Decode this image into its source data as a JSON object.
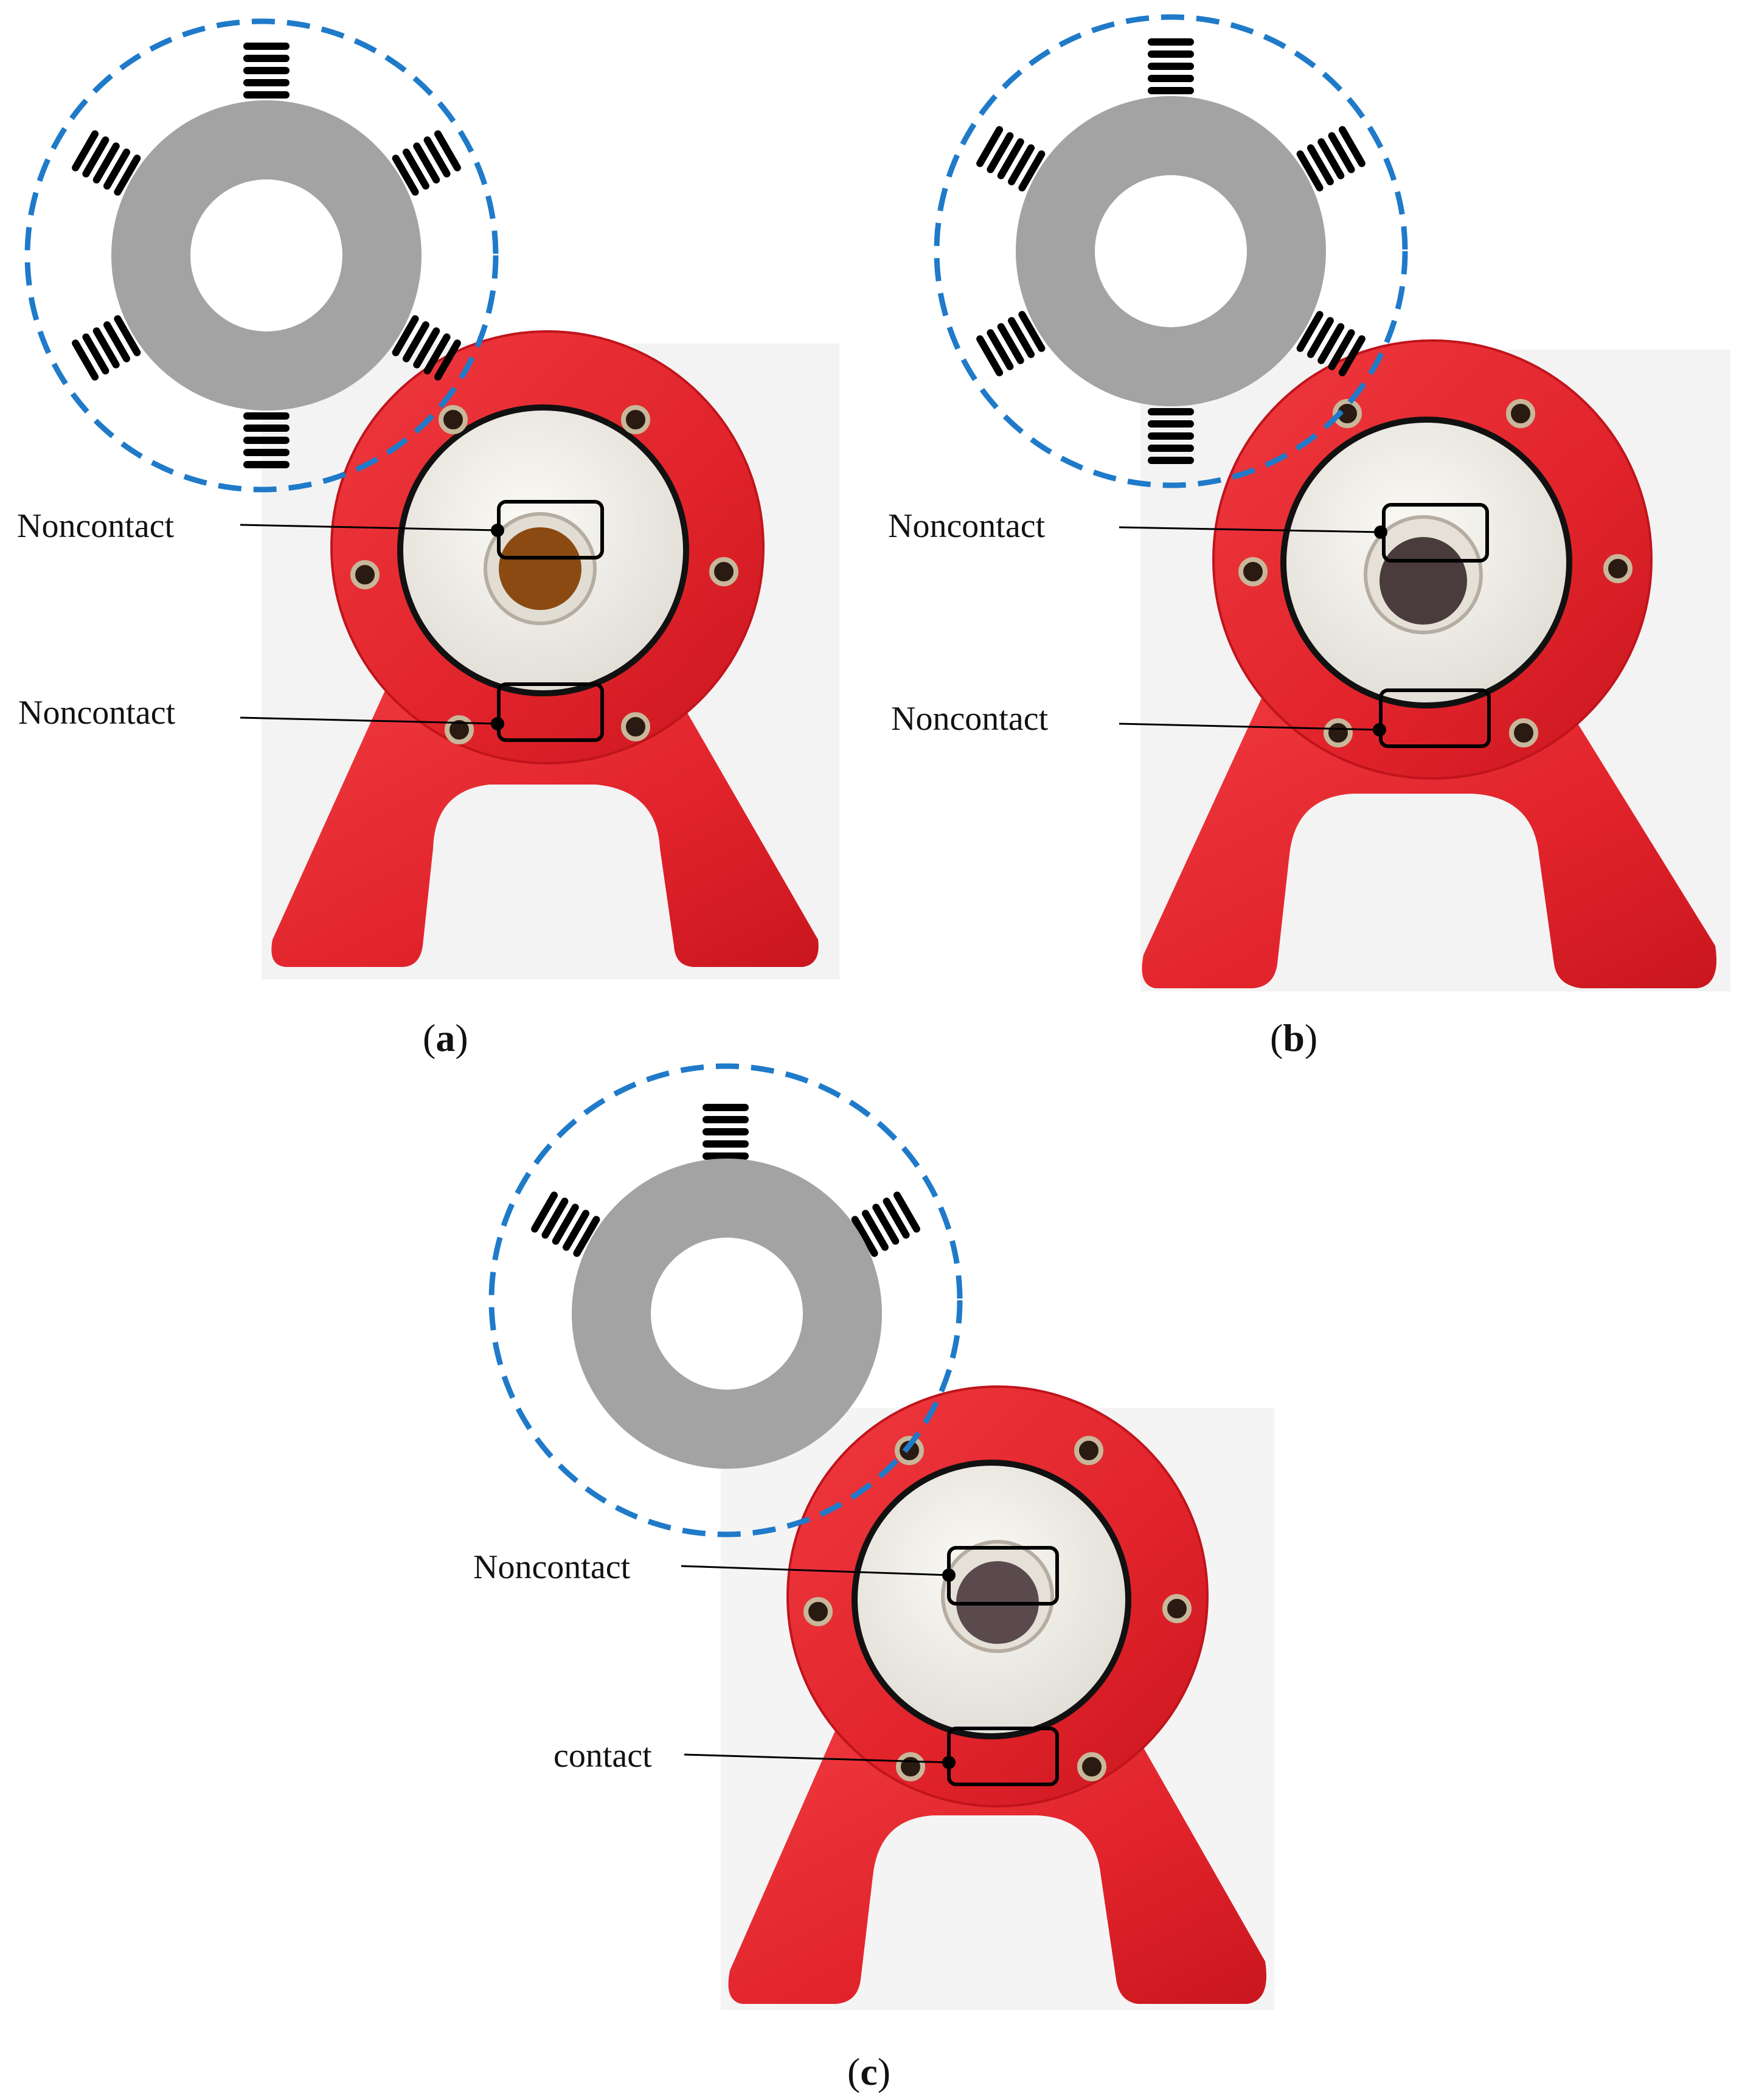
{
  "panels": [
    {
      "id": "a",
      "caption_letter": "a",
      "springs": 6,
      "bore_color": "#8a4a12",
      "labels": [
        "Noncontact",
        "Noncontact"
      ]
    },
    {
      "id": "b",
      "caption_letter": "b",
      "springs": 6,
      "bore_color": "#4a3c3c",
      "labels": [
        "Noncontact",
        "Noncontact"
      ]
    },
    {
      "id": "c",
      "caption_letter": "c",
      "springs": 3,
      "bore_color": "#5a4a4e",
      "labels": [
        "Noncontact",
        "contact"
      ]
    }
  ],
  "colors": {
    "dashed_circle": "#1f7ac9",
    "bearing_ring": "#a3a3a3",
    "housing_red": "#e4222a",
    "housing_edge": "#b5161d",
    "photo_bg": "#f2f2f2",
    "sleeve": "#eeeae3"
  }
}
